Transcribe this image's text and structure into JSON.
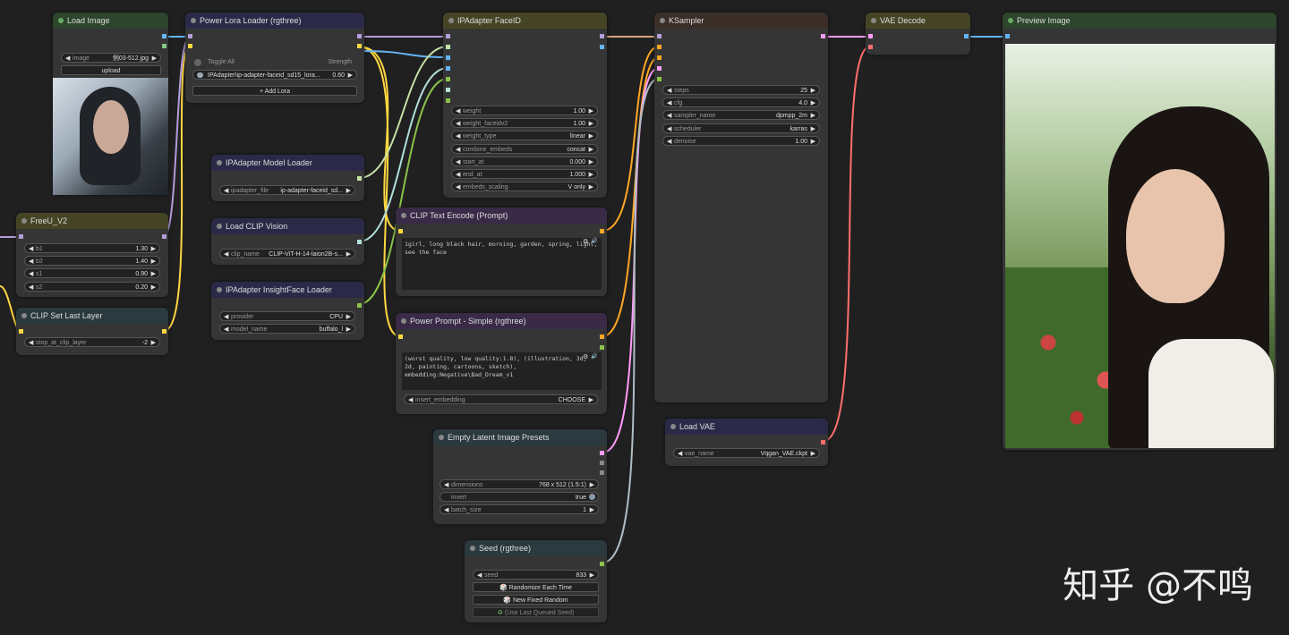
{
  "nodes": {
    "load_image": {
      "title": "Load Image",
      "image_label": "image",
      "image_value": "例03-512.jpg",
      "upload": "upload"
    },
    "power_lora": {
      "title": "Power Lora Loader (rgthree)",
      "toggle_all": "Toggle All",
      "strength": "Strength",
      "lora_name": "IPAdapter\\ip-adapter-faceid_sd15_lora...",
      "lora_strength": "0.60",
      "add_lora": "Add Lora"
    },
    "ipadapter_faceid": {
      "title": "IPAdapter FaceID",
      "widgets": [
        {
          "label": "weight",
          "value": "1.00"
        },
        {
          "label": "weight_faceidv2",
          "value": "1.00"
        },
        {
          "label": "weight_type",
          "value": "linear"
        },
        {
          "label": "combine_embeds",
          "value": "concat"
        },
        {
          "label": "start_at",
          "value": "0.000"
        },
        {
          "label": "end_at",
          "value": "1.000"
        },
        {
          "label": "embeds_scaling",
          "value": "V only"
        }
      ]
    },
    "ksampler": {
      "title": "KSampler",
      "widgets": [
        {
          "label": "steps",
          "value": "25"
        },
        {
          "label": "cfg",
          "value": "4.0"
        },
        {
          "label": "sampler_name",
          "value": "dpmpp_2m"
        },
        {
          "label": "scheduler",
          "value": "karras"
        },
        {
          "label": "denoise",
          "value": "1.00"
        }
      ]
    },
    "vae_decode": {
      "title": "VAE Decode"
    },
    "preview_image": {
      "title": "Preview Image"
    },
    "freeu": {
      "title": "FreeU_V2",
      "widgets": [
        {
          "label": "b1",
          "value": "1.30"
        },
        {
          "label": "b2",
          "value": "1.40"
        },
        {
          "label": "s1",
          "value": "0.90"
        },
        {
          "label": "s2",
          "value": "0.20"
        }
      ]
    },
    "clip_last_layer": {
      "title": "CLIP Set Last Layer",
      "label": "stop_at_clip_layer",
      "value": "-2"
    },
    "ipadapter_model_loader": {
      "title": "IPAdapter Model Loader",
      "label": "ipadapter_file",
      "value": "ip-adapter-faceid_sd..."
    },
    "load_clip_vision": {
      "title": "Load CLIP Vision",
      "label": "clip_name",
      "value": "CLIP-ViT-H-14-laion2B-s..."
    },
    "insightface_loader": {
      "title": "IPAdapter InsightFace Loader",
      "widgets": [
        {
          "label": "provider",
          "value": "CPU"
        },
        {
          "label": "model_name",
          "value": "buffalo_l"
        }
      ]
    },
    "clip_text_encode": {
      "title": "CLIP Text Encode (Prompt)",
      "text": "1girl, long black hair, morning, garden, spring, light, see the face"
    },
    "power_prompt": {
      "title": "Power Prompt - Simple (rgthree)",
      "text": "(worst quality, low quality:1.8), (illustration, 3d, 2d, painting, cartoons, sketch), embedding:Negative\\Bad_Dream_v1",
      "insert_label": "insert_embedding",
      "insert_value": "CHOOSE"
    },
    "empty_latent": {
      "title": "Empty Latent Image Presets",
      "widgets": [
        {
          "label": "dimensions",
          "value": "768 x 512 (1.5:1)"
        },
        {
          "label": "invert",
          "value": "true"
        },
        {
          "label": "batch_size",
          "value": "1"
        }
      ]
    },
    "load_vae": {
      "title": "Load VAE",
      "label": "vae_name",
      "value": "Vqgan_VAE.ckpt"
    },
    "seed": {
      "title": "Seed (rgthree)",
      "label": "seed",
      "value": "833",
      "randomize": "Randomize Each Time",
      "new_fixed": "New Fixed Random",
      "use_last": "(Use Last Queued Seed)"
    }
  },
  "arrows": {
    "left": "◀",
    "right": "▶"
  },
  "icons": {
    "settings": "⚙",
    "speaker": "🔊",
    "plus": "+",
    "recycle": "♻",
    "dice": "🎲"
  },
  "watermark": "知乎 @不鸣",
  "colors": {
    "model_wire": "#b39ddb",
    "clip_wire": "#ffd740",
    "image_wire": "#64b5f6",
    "conditioning": "#ffa726",
    "latent": "#ff9cf9",
    "vae": "#ff6e6e",
    "int_wire": "#b0bec5"
  }
}
